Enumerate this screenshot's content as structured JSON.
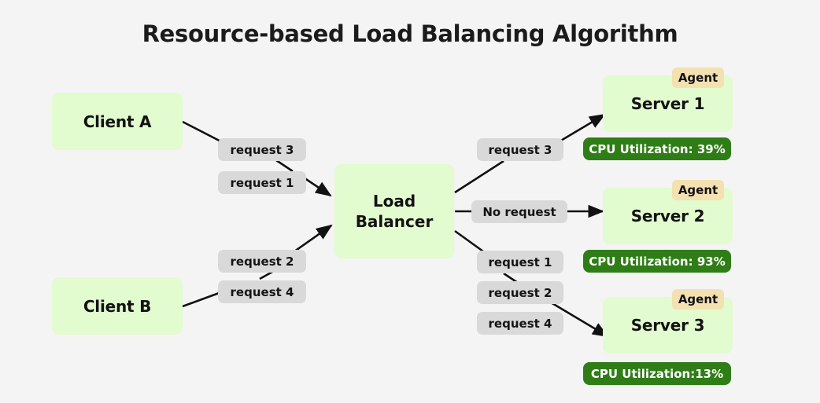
{
  "title": "Resource-based Load Balancing Algorithm",
  "theme": {
    "background": "#f4f4f4",
    "node_fill": "#e2fbcf",
    "pill_fill": "#d9d9d9",
    "agent_fill": "#f3e1b1",
    "cpu_fill": "#2f7d16",
    "cpu_text": "#ffffff",
    "edge_color": "#111111",
    "text_color": "#121212"
  },
  "clients": [
    {
      "id": "client-a",
      "label": "Client A"
    },
    {
      "id": "client-b",
      "label": "Client B"
    }
  ],
  "load_balancer": {
    "id": "load-balancer",
    "line1": "Load",
    "line2": "Balancer"
  },
  "client_requests": [
    {
      "id": "req-3-in",
      "label": "request 3",
      "from": "client-a"
    },
    {
      "id": "req-1-in",
      "label": "request 1",
      "from": "client-a"
    },
    {
      "id": "req-2-in",
      "label": "request 2",
      "from": "client-b"
    },
    {
      "id": "req-4-in",
      "label": "request 4",
      "from": "client-b"
    }
  ],
  "dispatch_requests": [
    {
      "id": "req-3-out",
      "label": "request 3",
      "to": "server-1"
    },
    {
      "id": "no-request-out",
      "label": "No request",
      "to": "server-2"
    },
    {
      "id": "req-1-out",
      "label": "request 1",
      "to": "server-3"
    },
    {
      "id": "req-2-out",
      "label": "request 2",
      "to": "server-3"
    },
    {
      "id": "req-4-out",
      "label": "request 4",
      "to": "server-3"
    }
  ],
  "servers": [
    {
      "id": "server-1",
      "label": "Server 1",
      "agent_label": "Agent",
      "cpu_label": "CPU Utilization: 39%",
      "cpu_percent": 39
    },
    {
      "id": "server-2",
      "label": "Server 2",
      "agent_label": "Agent",
      "cpu_label": "CPU Utilization: 93%",
      "cpu_percent": 93
    },
    {
      "id": "server-3",
      "label": "Server 3",
      "agent_label": "Agent",
      "cpu_label": "CPU Utilization:13%",
      "cpu_percent": 13
    }
  ]
}
